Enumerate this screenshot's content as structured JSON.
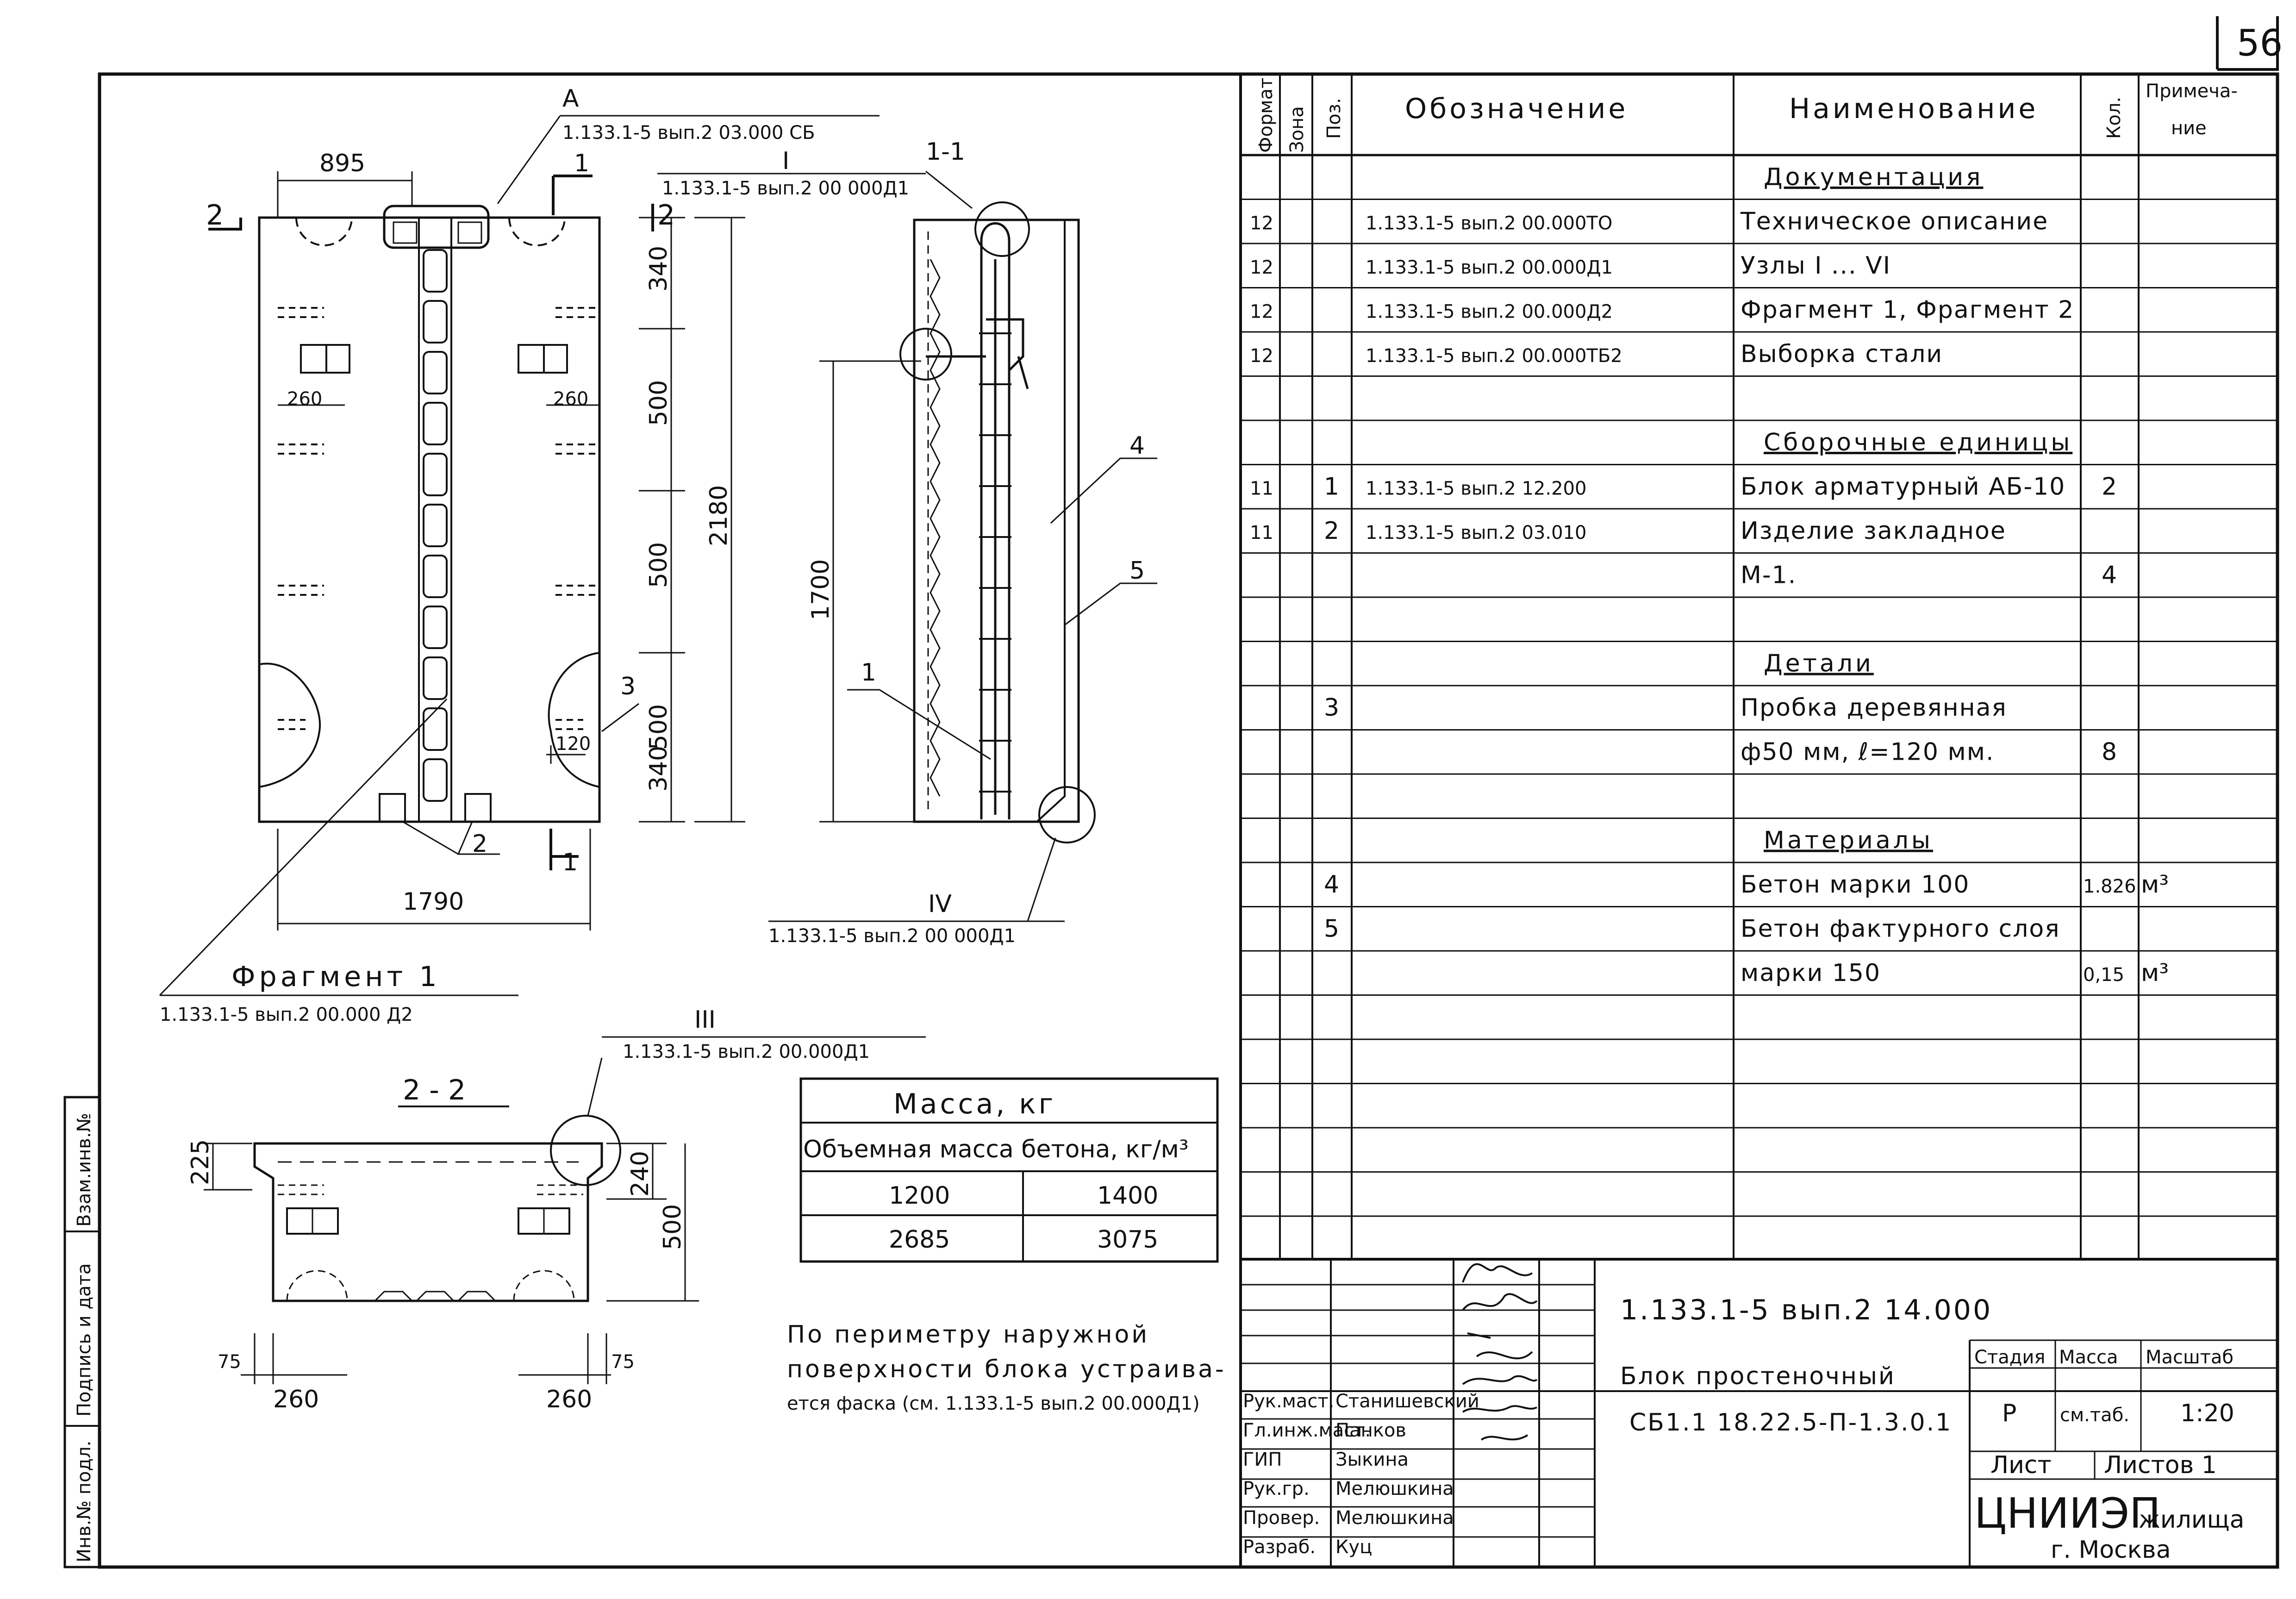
{
  "sheet_number": "56",
  "spec_header": {
    "format": "Формат",
    "zone": "Зона",
    "pos": "Поз.",
    "designation": "Обозначение",
    "name": "Наименование",
    "qty": "Кол.",
    "note": "Примеча-ние"
  },
  "spec_rows": [
    {
      "format": "",
      "pos": "",
      "designation": "",
      "name": "Документация",
      "qty": "",
      "note": ""
    },
    {
      "format": "12",
      "pos": "",
      "designation": "1.133.1-5 вып.2 00.000ТО",
      "name": "Техническое описание",
      "qty": "",
      "note": ""
    },
    {
      "format": "12",
      "pos": "",
      "designation": "1.133.1-5 вып.2 00.000Д1",
      "name": "Узлы I ... VI",
      "qty": "",
      "note": ""
    },
    {
      "format": "12",
      "pos": "",
      "designation": "1.133.1-5 вып.2 00.000Д2",
      "name": "Фрагмент 1, Фрагмент 2",
      "qty": "",
      "note": ""
    },
    {
      "format": "12",
      "pos": "",
      "designation": "1.133.1-5 вып.2 00.000ТБ2",
      "name": "Выборка стали",
      "qty": "",
      "note": ""
    },
    {
      "format": "",
      "pos": "",
      "designation": "",
      "name": "",
      "qty": "",
      "note": ""
    },
    {
      "format": "",
      "pos": "",
      "designation": "",
      "name": "Сборочные единицы",
      "qty": "",
      "note": ""
    },
    {
      "format": "11",
      "pos": "1",
      "designation": "1.133.1-5 вып.2 12.200",
      "name": "Блок арматурный АБ-10",
      "qty": "2",
      "note": ""
    },
    {
      "format": "11",
      "pos": "2",
      "designation": "1.133.1-5 вып.2 03.010",
      "name": "Изделие закладное",
      "qty": "",
      "note": ""
    },
    {
      "format": "",
      "pos": "",
      "designation": "",
      "name": "М-1.",
      "qty": "4",
      "note": ""
    },
    {
      "format": "",
      "pos": "",
      "designation": "",
      "name": "",
      "qty": "",
      "note": ""
    },
    {
      "format": "",
      "pos": "",
      "designation": "",
      "name": "Детали",
      "qty": "",
      "note": ""
    },
    {
      "format": "",
      "pos": "3",
      "designation": "",
      "name": "Пробка деревянная",
      "qty": "",
      "note": ""
    },
    {
      "format": "",
      "pos": "",
      "designation": "",
      "name": "ф50 мм, ℓ=120 мм.",
      "qty": "8",
      "note": ""
    },
    {
      "format": "",
      "pos": "",
      "designation": "",
      "name": "",
      "qty": "",
      "note": ""
    },
    {
      "format": "",
      "pos": "",
      "designation": "",
      "name": "Материалы",
      "qty": "",
      "note": ""
    },
    {
      "format": "",
      "pos": "4",
      "designation": "",
      "name": "Бетон марки 100",
      "qty": "1.826",
      "note": "м³"
    },
    {
      "format": "",
      "pos": "5",
      "designation": "",
      "name": "Бетон фактурного слоя",
      "qty": "",
      "note": ""
    },
    {
      "format": "",
      "pos": "",
      "designation": "",
      "name": "марки 150",
      "qty": "0,15",
      "note": "м³"
    }
  ],
  "drawing_main": {
    "section_a_label": "А",
    "ref_a": "1.133.1-5 вып.2 03.000 СБ",
    "ref_node_1": "I",
    "ref_node_1_doc": "1.133.1-5 вып.2 00 000Д1",
    "section_1_1": "1-1",
    "dims": {
      "d895": "895",
      "d260_left": "260",
      "d260_right": "260",
      "d340_top": "340",
      "d500_a": "500",
      "d500_b": "500",
      "d500_c": "500",
      "d340_bottom": "340",
      "d2180": "2180",
      "d1700": "1700",
      "d1790": "1790",
      "d120": "120"
    },
    "cut_2": "2",
    "cut_1": "1",
    "callouts": {
      "c1": "1",
      "c2": "2",
      "c3": "3",
      "c4": "4",
      "c5": "5"
    },
    "node_4": "IV",
    "node_4_doc": "1.133.1-5 вып.2 00 000Д1",
    "fragment_title": "Фрагмент 1",
    "fragment_doc": "1.133.1-5 вып.2 00.000 Д2"
  },
  "section_2_2": {
    "title": "2 - 2",
    "node_3": "III",
    "node_3_doc": "1.133.1-5 вып.2 00.000Д1",
    "d225": "225",
    "d240": "240",
    "d500": "500",
    "d75_left": "75",
    "d75_right": "75",
    "d260_left": "260",
    "d260_right": "260"
  },
  "mass_table": {
    "title": "Масса, кг",
    "subtitle": "Объемная масса бетона, кг/м³",
    "densities": [
      "1200",
      "1400"
    ],
    "masses": [
      "2685",
      "3075"
    ]
  },
  "note_text": [
    "По периметру наружной",
    "поверхности блока устраива-",
    "ется фаска (см. 1.133.1-5 вып.2 00.000Д1)"
  ],
  "title_block": {
    "doc_code": "1.133.1-5 вып.2 14.000",
    "block_title_1": "Блок простеночный",
    "block_title_2": "СБ1.1 18.22.5-П-1.3.0.1",
    "stage_label": "Стадия",
    "mass_label": "Масса",
    "scale_label": "Масштаб",
    "stage": "Р",
    "mass": "см.таб.",
    "scale": "1:20",
    "sheet_label": "Лист",
    "sheets_label": "Листов 1",
    "org": "ЦНИИЭП",
    "org_sub": "жилища",
    "city": "г. Москва",
    "roles": [
      {
        "role": "Рук.маст.",
        "name": "Станишевский"
      },
      {
        "role": "Гл.инж.маст.",
        "name": "Панков"
      },
      {
        "role": "ГИП",
        "name": "Зыкина"
      },
      {
        "role": "Рук.гр.",
        "name": "Мелюшкина"
      },
      {
        "role": "Провер.",
        "name": "Мелюшкина"
      },
      {
        "role": "Разраб.",
        "name": "Куц"
      }
    ]
  },
  "side_stamps": [
    "Взам.инв.№",
    "Подпись и дата",
    "Инв.№ подл."
  ]
}
